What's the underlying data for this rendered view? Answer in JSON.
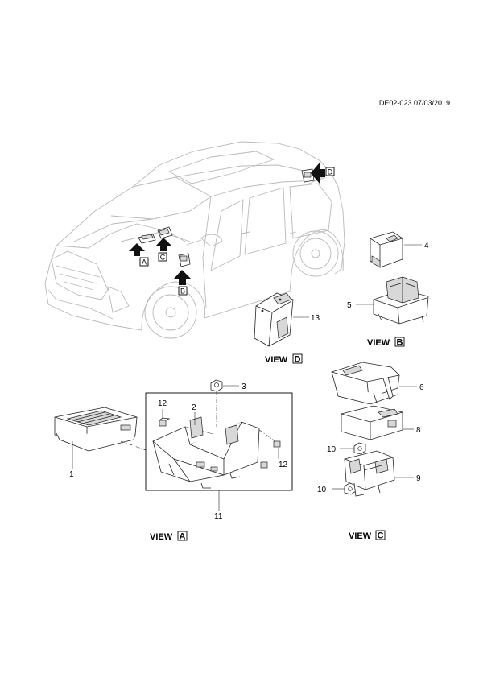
{
  "header": {
    "reference": "DE02-023 07/03/2019"
  },
  "markers": {
    "a": "A",
    "b": "B",
    "c": "C",
    "d": "D"
  },
  "views": {
    "d": {
      "prefix": "VIEW",
      "letter": "D"
    },
    "b": {
      "prefix": "VIEW",
      "letter": "B"
    },
    "a": {
      "prefix": "VIEW",
      "letter": "A"
    },
    "c": {
      "prefix": "VIEW",
      "letter": "C"
    }
  },
  "callouts": {
    "c1": "1",
    "c2": "2",
    "c3": "3",
    "c4": "4",
    "c5": "5",
    "c6": "6",
    "c8": "8",
    "c9": "9",
    "c10a": "10",
    "c10b": "10",
    "c11": "11",
    "c12a": "12",
    "c12b": "12",
    "c13": "13"
  }
}
